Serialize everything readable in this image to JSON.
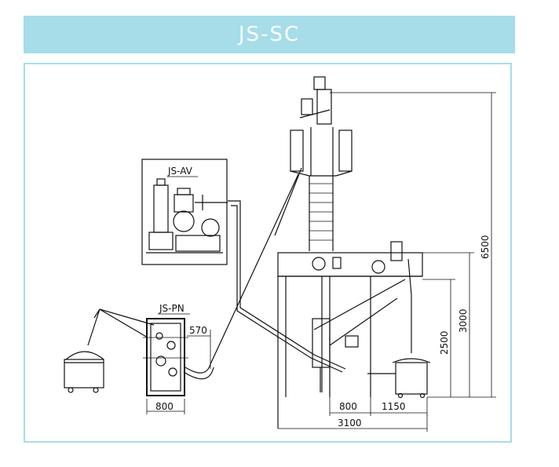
{
  "header": {
    "title": "JS-SC"
  },
  "diagram": {
    "labels": {
      "js_av": "JS-AV",
      "js_pn": "JS-PN"
    },
    "dimensions": {
      "width_800_left": "800",
      "width_570": "570",
      "width_800_mid": "800",
      "width_1150": "1150",
      "width_3100": "3100",
      "height_6500": "6500",
      "height_3000": "3000",
      "height_2500": "2500"
    }
  }
}
